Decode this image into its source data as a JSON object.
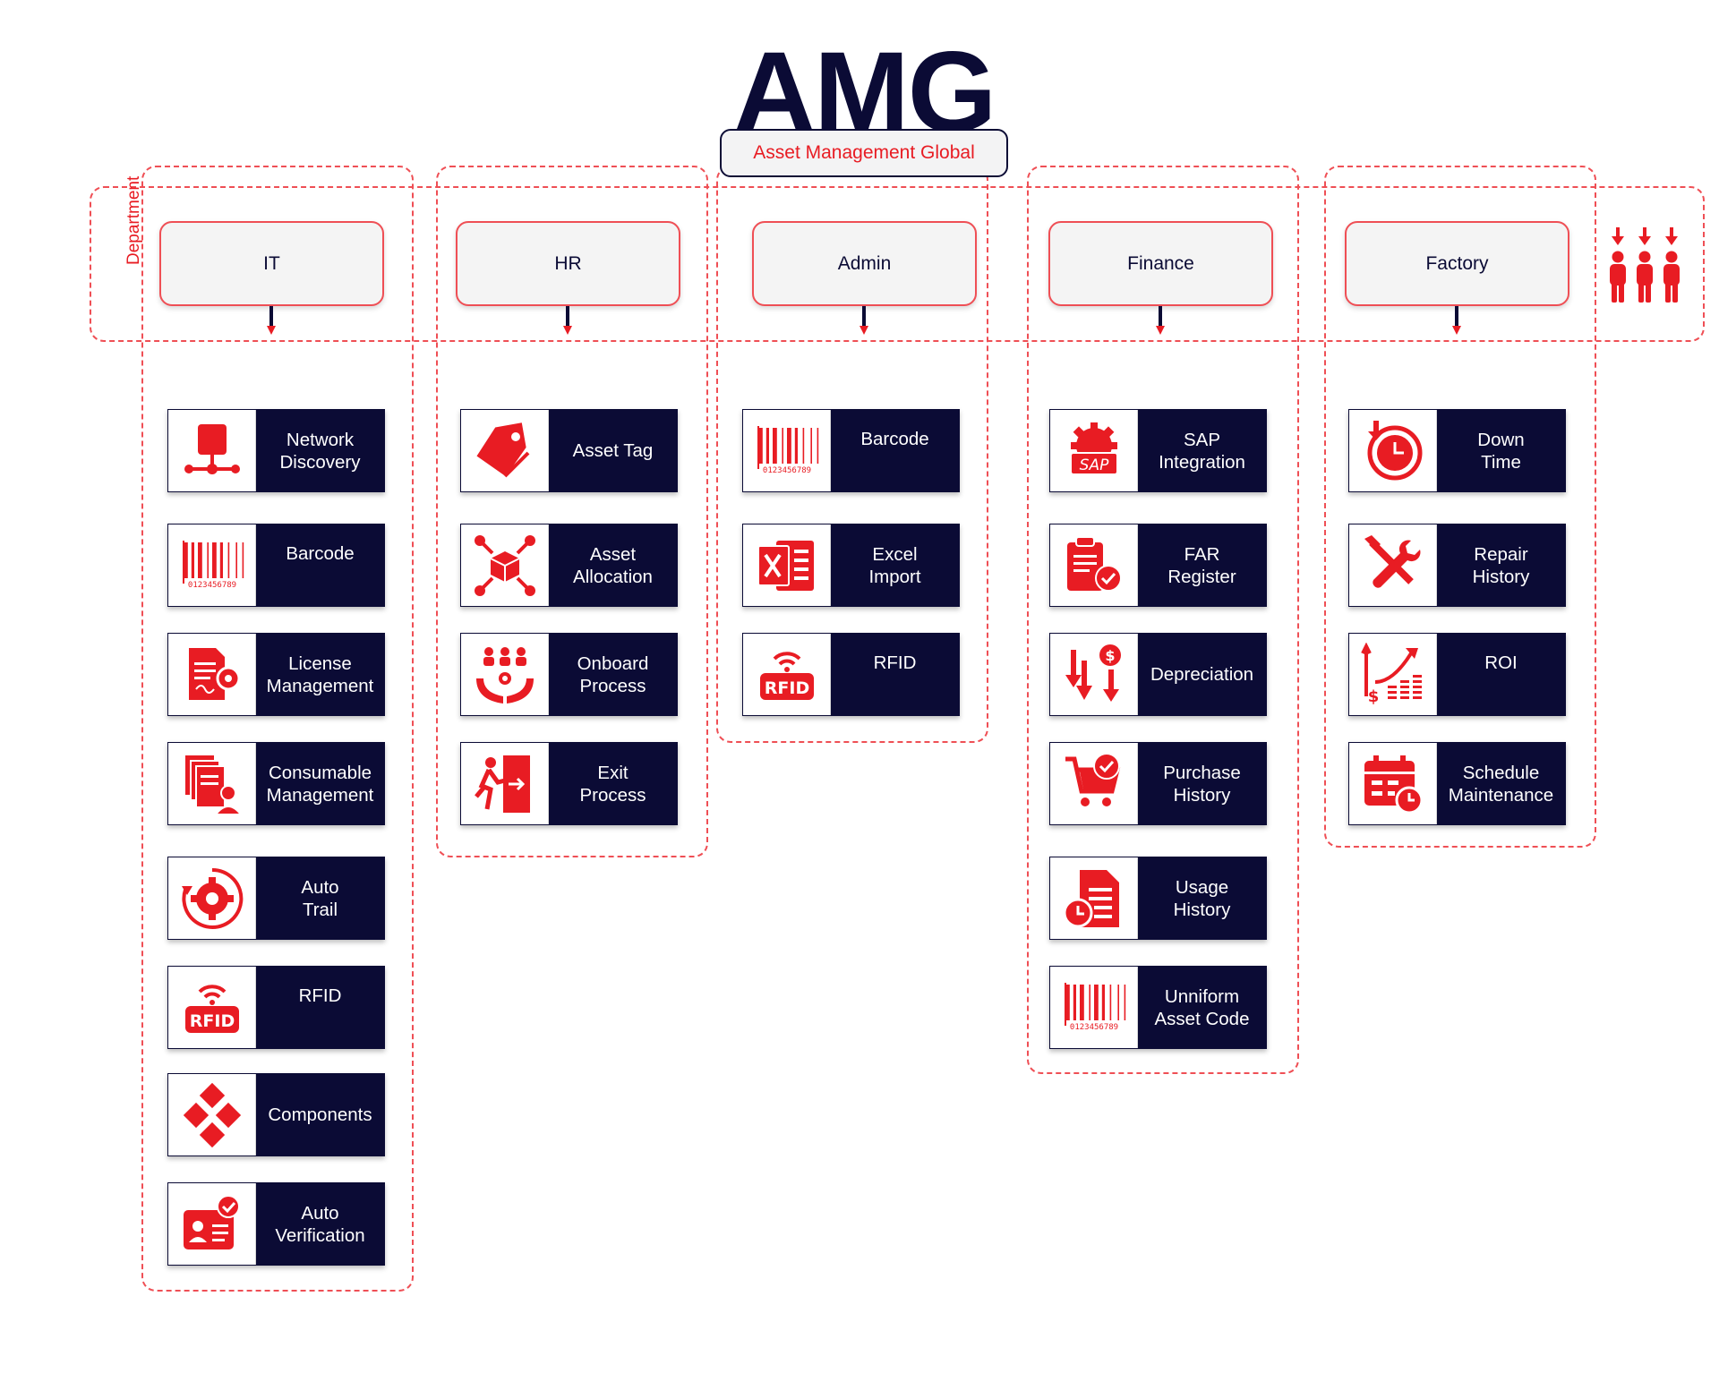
{
  "brand": {
    "title": "AMG",
    "subtitle": "Asset Management Global"
  },
  "department_label": "Department",
  "colors": {
    "accent": "#e81c23",
    "navy": "#0b0b35",
    "dashed_outline": "#ef4f55"
  },
  "departments": [
    {
      "name": "IT",
      "modules": [
        {
          "label": "Network\nDiscovery",
          "icon": "network-server-icon"
        },
        {
          "label": "Barcode",
          "icon": "barcode-icon"
        },
        {
          "label": "License\nManagement",
          "icon": "license-document-icon"
        },
        {
          "label": "Consumable\nManagement",
          "icon": "consumable-documents-icon"
        },
        {
          "label": "Auto\nTrail",
          "icon": "auto-trail-gear-icon"
        },
        {
          "label": "RFID",
          "icon": "rfid-icon"
        },
        {
          "label": "Components",
          "icon": "components-icon"
        },
        {
          "label": "Auto\nVerification",
          "icon": "verified-id-card-icon"
        }
      ]
    },
    {
      "name": "HR",
      "modules": [
        {
          "label": "Asset Tag",
          "icon": "asset-tag-icon"
        },
        {
          "label": "Asset\nAllocation",
          "icon": "asset-allocation-icon"
        },
        {
          "label": "Onboard\nProcess",
          "icon": "onboard-people-hands-icon"
        },
        {
          "label": "Exit\nProcess",
          "icon": "exit-door-icon"
        }
      ]
    },
    {
      "name": "Admin",
      "modules": [
        {
          "label": "Barcode",
          "icon": "barcode-icon"
        },
        {
          "label": "Excel\nImport",
          "icon": "excel-icon"
        },
        {
          "label": "RFID",
          "icon": "rfid-icon"
        }
      ]
    },
    {
      "name": "Finance",
      "modules": [
        {
          "label": "SAP\nIntegration",
          "icon": "sap-gear-icon"
        },
        {
          "label": "FAR\nRegister",
          "icon": "far-register-clipboard-icon"
        },
        {
          "label": "Depreciation",
          "icon": "depreciation-icon"
        },
        {
          "label": "Purchase\nHistory",
          "icon": "purchase-cart-icon"
        },
        {
          "label": "Usage\nHistory",
          "icon": "usage-history-icon"
        },
        {
          "label": "Unniform\nAsset Code",
          "icon": "barcode-icon"
        }
      ]
    },
    {
      "name": "Factory",
      "modules": [
        {
          "label": "Down\nTime",
          "icon": "downtime-clock-icon"
        },
        {
          "label": "Repair\nHistory",
          "icon": "repair-tools-icon"
        },
        {
          "label": "ROI",
          "icon": "roi-chart-icon"
        },
        {
          "label": "Schedule\nMaintenance",
          "icon": "schedule-calendar-icon"
        }
      ]
    }
  ]
}
